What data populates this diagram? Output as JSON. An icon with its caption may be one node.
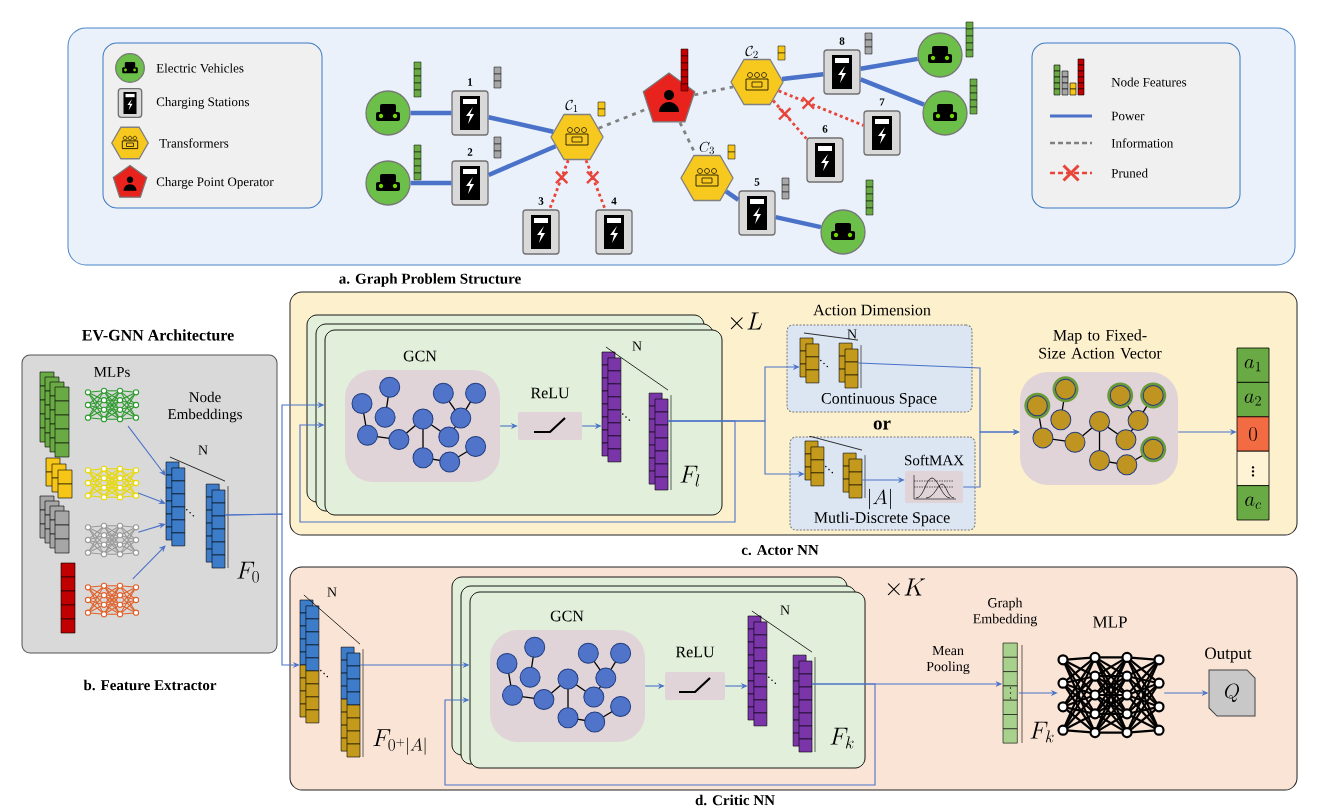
{
  "diagram": {
    "nodes": [
      {
        "text": [
          "a. Graph Problem Structure"
        ]
      },
      {
        "text": [],
        "shape": "circle",
        "in": 0
      },
      {
        "text": [],
        "shape": "circle",
        "in": 0
      },
      {
        "text": [
          "1"
        ],
        "in": 0
      },
      {
        "text": [
          "2"
        ],
        "in": 0
      },
      {
        "text": [
          "\\mathcal{C}_1"
        ],
        "in": 0
      },
      {
        "text": [
          "3"
        ],
        "in": 0
      },
      {
        "text": [
          "4"
        ],
        "in": 0
      },
      {
        "text": [],
        "shape": "pentagon",
        "in": 0
      },
      {
        "text": [
          "\\mathcal{C}_2"
        ],
        "in": 0
      },
      {
        "text": [
          "C_3"
        ],
        "in": 0
      },
      {
        "text": [
          "8"
        ],
        "in": 0
      },
      {
        "text": [
          "7"
        ],
        "in": 0
      },
      {
        "text": [
          "6"
        ],
        "in": 0
      },
      {
        "text": [
          "5"
        ],
        "in": 0
      },
      {
        "text": [],
        "shape": "circle",
        "in": 0
      },
      {
        "text": [],
        "shape": "circle",
        "in": 0
      },
      {
        "text": [],
        "shape": "circle",
        "in": 0
      },
      {
        "text": [
          "EV-GNN Architecture",
          "b. Feature Extractor"
        ]
      },
      {
        "text": [],
        "shape": "picture",
        "in": 18
      },
      {
        "text": [],
        "shape": "picture",
        "in": 18
      },
      {
        "text": [],
        "shape": "picture",
        "in": 18
      },
      {
        "text": [],
        "shape": "picture",
        "in": 18
      },
      {
        "text": [
          "Node Embeddings",
          "N",
          "F_0"
        ],
        "in": 18
      },
      {
        "text": [
          "c. Actor NN"
        ]
      },
      {
        "text": [],
        "shape": "box",
        "beside": [
          "\\times L"
        ],
        "in": 24
      },
      {
        "text": [
          "GCN"
        ],
        "in": 25
      },
      {
        "text": [
          "ReLU"
        ],
        "in": 25
      },
      {
        "text": [
          "N",
          "F_l"
        ],
        "in": 25
      },
      {
        "text": [
          "Continuous Space"
        ],
        "in": 24
      },
      {
        "text": [
          "N"
        ],
        "in": 29
      },
      {
        "text": [
          "Mutli-Discrete Space"
        ],
        "in": 24
      },
      {
        "text": [
          "|A|"
        ],
        "in": 31
      },
      {
        "text": [
          "SoftMAX"
        ],
        "in": 31
      },
      {
        "text": [
          "Map to Fixed-Size Action Vector"
        ],
        "in": 24
      },
      {
        "text": [
          "a_1",
          "a_2",
          "0",
          "\\vdots",
          "a_c"
        ],
        "in": 24
      },
      {
        "text": [
          "d. Critic NN"
        ]
      },
      {
        "text": [
          "N",
          "F_{0^{+}|A|}"
        ],
        "in": 36
      },
      {
        "text": [],
        "shape": "box",
        "beside": [
          "\\times K"
        ],
        "in": 36
      },
      {
        "text": [
          "GCN"
        ],
        "in": 38
      },
      {
        "text": [
          "ReLU"
        ],
        "in": 38
      },
      {
        "text": [
          "N",
          "F_k"
        ],
        "in": 38
      },
      {
        "text": [
          "Graph Embedding",
          "F_k"
        ],
        "in": 36
      },
      {
        "text": [
          "MLP"
        ],
        "in": 36
      },
      {
        "text": [
          "Output",
          "Q"
        ],
        "in": 36
      }
    ],
    "edges": [
      {
        "from": 1,
        "to": 3,
        "arrow": "none",
        "style": "thick"
      },
      {
        "from": 2,
        "to": 4,
        "arrow": "none",
        "style": "thick"
      },
      {
        "from": 3,
        "to": 5,
        "arrow": "none",
        "style": "thick"
      },
      {
        "from": 4,
        "to": 5,
        "arrow": "none",
        "style": "thick"
      },
      {
        "from": 5,
        "to": 6,
        "arrow": "none",
        "style": "dashed",
        "color": "#e8443a"
      },
      {
        "from": 5,
        "to": 7,
        "arrow": "none",
        "style": "dashed",
        "color": "#e8443a"
      },
      {
        "from": 5,
        "to": 8,
        "arrow": "none",
        "style": "dashed",
        "color": "#808080"
      },
      {
        "from": 8,
        "to": 9,
        "arrow": "none",
        "style": "dashed",
        "color": "#808080"
      },
      {
        "from": 8,
        "to": 10,
        "arrow": "none",
        "style": "dashed",
        "color": "#808080"
      },
      {
        "from": 9,
        "to": 11,
        "arrow": "none",
        "style": "thick"
      },
      {
        "from": 9,
        "to": 13,
        "arrow": "none",
        "style": "dashed",
        "color": "#e8443a"
      },
      {
        "from": 9,
        "to": 12,
        "arrow": "none",
        "style": "dashed",
        "color": "#e8443a"
      },
      {
        "from": 11,
        "to": 15,
        "arrow": "none",
        "style": "thick"
      },
      {
        "from": 11,
        "to": 16,
        "arrow": "none",
        "style": "thick"
      },
      {
        "from": 10,
        "to": 14,
        "arrow": "none",
        "style": "thick"
      },
      {
        "from": 14,
        "to": 17,
        "arrow": "none",
        "style": "thick"
      },
      {
        "from": 19,
        "to": 23,
        "arrow": "to"
      },
      {
        "from": 20,
        "to": 23,
        "arrow": "to"
      },
      {
        "from": 21,
        "to": 23,
        "arrow": "to"
      },
      {
        "from": 22,
        "to": 23,
        "arrow": "to"
      },
      {
        "from": 23,
        "to": 25,
        "arrow": "to"
      },
      {
        "from": 26,
        "to": 27,
        "arrow": "to"
      },
      {
        "from": 27,
        "to": 28,
        "arrow": "to"
      },
      {
        "from": 28,
        "to": 25,
        "arrow": "to"
      },
      {
        "from": 28,
        "to": 30,
        "arrow": "to"
      },
      {
        "from": 28,
        "to": 32,
        "arrow": "to"
      },
      {
        "from": 32,
        "to": 33,
        "arrow": "to"
      },
      {
        "from": 30,
        "to": 34,
        "arrow": "to"
      },
      {
        "from": 33,
        "to": 34,
        "arrow": "to"
      },
      {
        "from": 34,
        "to": 35,
        "arrow": "to"
      },
      {
        "from": 23,
        "to": 37,
        "arrow": "to"
      },
      {
        "from": 37,
        "to": 38,
        "arrow": "to"
      },
      {
        "from": 39,
        "to": 40,
        "arrow": "to"
      },
      {
        "from": 40,
        "to": 41,
        "arrow": "to"
      },
      {
        "from": 41,
        "to": 38,
        "arrow": "to"
      },
      {
        "from": 41,
        "to": 42,
        "arrow": "to",
        "label": "Mean Pooling"
      },
      {
        "from": 42,
        "to": 43,
        "arrow": "to"
      },
      {
        "from": 43,
        "to": 44,
        "arrow": "to"
      }
    ],
    "labels": [
      "MLPs",
      "Action Dimension",
      "or"
    ],
    "legend": [
      {
        "text": "Electric Vehicles"
      },
      {
        "text": "Charging Stations"
      },
      {
        "text": "Transformers"
      },
      {
        "text": "Charge Point Operator"
      },
      {
        "text": "Node Features"
      },
      {
        "text": "Power"
      },
      {
        "text": "Information"
      },
      {
        "text": "Pruned"
      }
    ]
  }
}
